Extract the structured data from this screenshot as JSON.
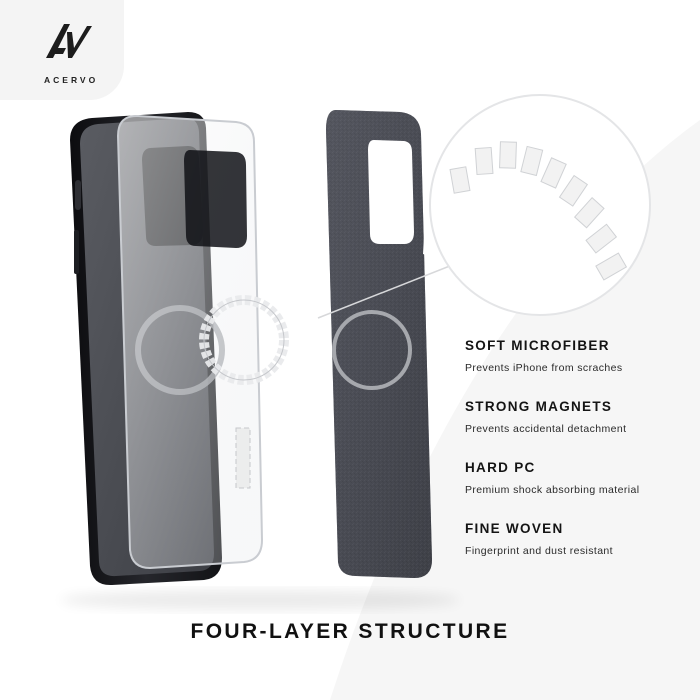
{
  "brand": {
    "name": "ACERVO",
    "logo_icon": "acervo-av-logo"
  },
  "main_title": "FOUR-LAYER STRUCTURE",
  "features": [
    {
      "title": "SOFT MICROFIBER",
      "description": "Prevents iPhone from scraches"
    },
    {
      "title": "STRONG MAGNETS",
      "description": "Prevents accidental detachment"
    },
    {
      "title": "HARD PC",
      "description": "Premium shock absorbing material"
    },
    {
      "title": "FINE WOVEN",
      "description": "Fingerprint and dust resistant"
    }
  ],
  "colors": {
    "background": "#ffffff",
    "case_black": "#16171b",
    "microfiber_gray": "#4c4e56",
    "text_dark": "#141414"
  }
}
